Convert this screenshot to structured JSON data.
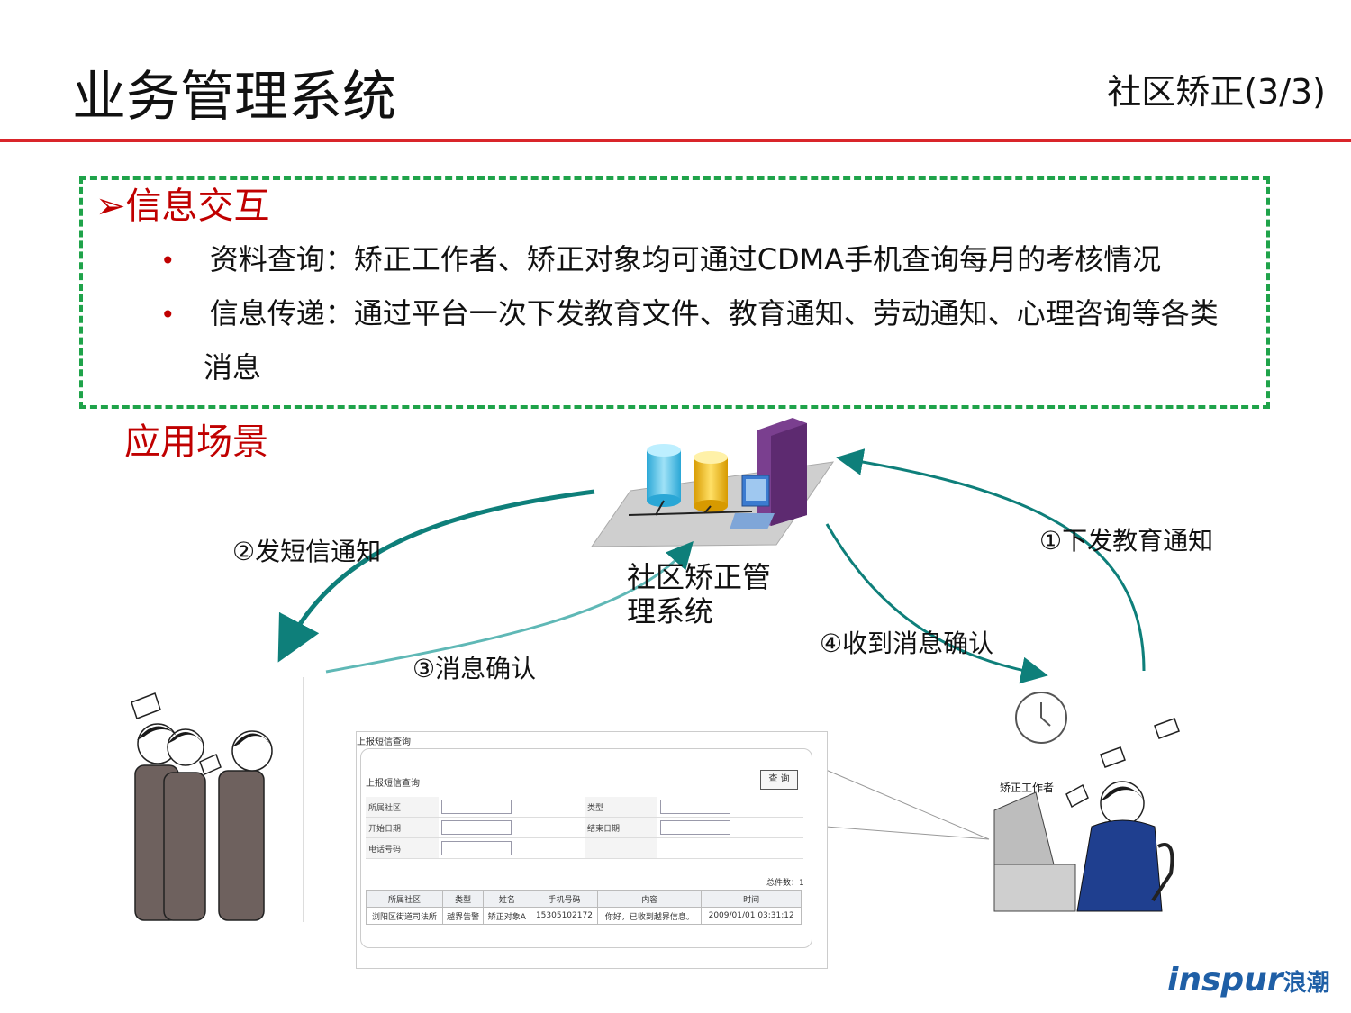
{
  "header": {
    "title": "业务管理系统",
    "section": "社区矫正(3/3)"
  },
  "info_box": {
    "heading": "➢信息交互",
    "bullets": [
      "资料查询：矫正工作者、矫正对象均可通过CDMA手机查询每月的考核情况",
      "信息传递：通过平台一次下发教育文件、教育通知、劳动通知、心理咨询等各类",
      "消息"
    ],
    "bullet_symbol": "•"
  },
  "scene": {
    "heading": "应用场景",
    "system_label": "社区矫正管理系统",
    "steps": {
      "s1": "①下发教育通知",
      "s2": "②发短信通知",
      "s3": "③消息确认",
      "s4": "④收到消息确认"
    },
    "worker_label": "矫正工作者"
  },
  "form": {
    "caption": "上报短信查询",
    "panel_title": "上报短信查询",
    "query_button": "查 询",
    "fields": {
      "community": "所属社区",
      "type": "类型",
      "start_date": "开始日期",
      "end_date": "结束日期",
      "phone": "电话号码"
    },
    "total": "总件数：1",
    "columns": [
      "所属社区",
      "类型",
      "姓名",
      "手机号码",
      "内容",
      "时间"
    ],
    "rows": [
      [
        "浏阳区街道司法所",
        "越界告警",
        "矫正对象A",
        "15305102172",
        "你好，已收到越界信息。",
        "2009/01/01 03:31:12"
      ]
    ]
  },
  "logo": {
    "brand": "inspur",
    "cn": "浪潮"
  },
  "colors": {
    "accent_red": "#c00000",
    "rule_red": "#d9252a",
    "dash_green": "#1fa34a",
    "arrow_teal": "#0e7f7a"
  }
}
